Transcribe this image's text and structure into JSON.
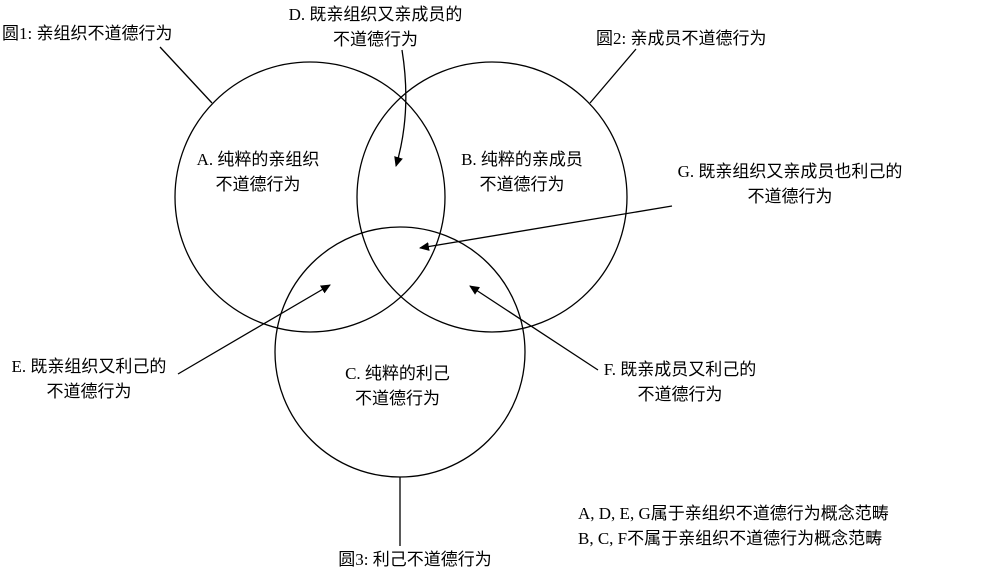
{
  "diagram": {
    "circle1_label": "圆1: 亲组织不道德行为",
    "circle2_label": "圆2: 亲成员不道德行为",
    "circle3_label": "圆3: 利己不道德行为",
    "region_a": {
      "line1": "A. 纯粹的亲组织",
      "line2": "不道德行为"
    },
    "region_b": {
      "line1": "B. 纯粹的亲成员",
      "line2": "不道德行为"
    },
    "region_c": {
      "line1": "C. 纯粹的利己",
      "line2": "不道德行为"
    },
    "region_d": {
      "line1": "D. 既亲组织又亲成员的",
      "line2": "不道德行为"
    },
    "region_e": {
      "line1": "E. 既亲组织又利己的",
      "line2": "不道德行为"
    },
    "region_f": {
      "line1": "F. 既亲成员又利己的",
      "line2": "不道德行为"
    },
    "region_g": {
      "line1": "G. 既亲组织又亲成员也利己的",
      "line2": "不道德行为"
    },
    "notes": {
      "line1": "A, D, E, G属于亲组织不道德行为概念范畴",
      "line2": "B, C, F不属于亲组织不道德行为概念范畴"
    }
  }
}
